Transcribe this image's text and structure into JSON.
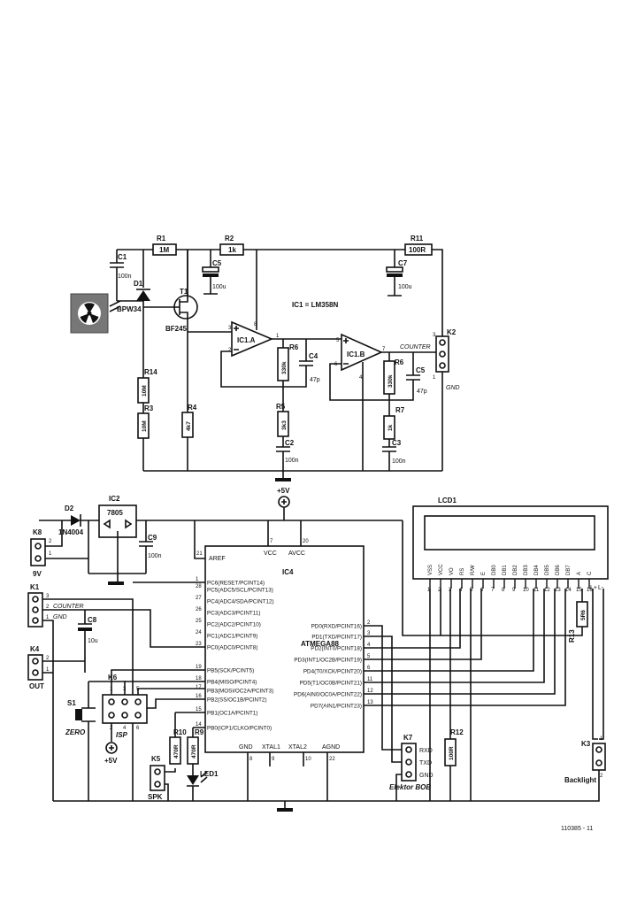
{
  "title": "Schematic",
  "labels": {
    "r1": "R1",
    "r1v": "1M",
    "r2": "R2",
    "r2v": "1k",
    "r11": "R11",
    "r11v": "100R",
    "c1": "C1",
    "c1v": "100n",
    "c5": "C5",
    "c5v": "100u",
    "c7": "C7",
    "c7v": "100u",
    "d1": "D1",
    "d1v": "BPW34",
    "t1": "T1",
    "t1v": "BF245",
    "ic1": "IC1 = LM358N",
    "ic1a": "IC1.A",
    "ic1b": "IC1.B",
    "r6a": "R6",
    "r6av": "330k",
    "c4": "C4",
    "c4v": "47p",
    "r6b": "R6",
    "r6bv": "330k",
    "c5b": "C5",
    "c5bv": "47p",
    "r14": "R14",
    "r14v": "10M",
    "r3": "R3",
    "r3v": "10M",
    "r4": "R4",
    "r4v": "4k7",
    "r5": "R5",
    "r5v": "3k3",
    "c2": "C2",
    "c2v": "100n",
    "r7": "R7",
    "r7v": "1k",
    "c3": "C3",
    "c3v": "100n",
    "k2": "K2",
    "counter": "COUNTER",
    "gnd": "GND",
    "plus5v": "+5V",
    "ic2": "IC2",
    "ic2v": "7805",
    "d2": "D2",
    "d2v": "1N4004",
    "k8": "K8",
    "k8v": "9V",
    "c9": "C9",
    "c9v": "100n",
    "k1": "K1",
    "c8": "C8",
    "c8v": "10u",
    "k4": "K4",
    "out": "OUT",
    "k6": "K6",
    "isp": "ISP",
    "s1": "S1",
    "zero": "ZERO",
    "k5": "K5",
    "spk": "SPK",
    "r10": "R10",
    "r10v": "470R",
    "r9": "R9",
    "r9v": "470R",
    "led1": "LED1",
    "ic4": "IC4",
    "atmega": "ATMEGA88",
    "aref": "AREF",
    "vcc": "VCC",
    "avcc": "AVCC",
    "gndp": "GND",
    "xtal1": "XTAL1",
    "xtal2": "XTAL2",
    "agnd": "AGND",
    "k7": "K7",
    "rxd": "RXD",
    "txd": "TXD",
    "bob": "Elektor BOB",
    "r12": "R12",
    "r12v": "100R",
    "r13": "R13",
    "r13v": "5R6",
    "lcd1": "LCD1",
    "k3": "K3",
    "backlight": "Backlight",
    "fig": "110385 - 11"
  },
  "ic4_left_pins": [
    {
      "num": "1",
      "name": "PC6(RESET/PCINT14)"
    },
    {
      "num": "28",
      "name": "PC5(ADC5/SCL/PCINT13)"
    },
    {
      "num": "27",
      "name": "PC4(ADC4/SDA/PCINT12)"
    },
    {
      "num": "26",
      "name": "PC3(ADC3/PCINT11)"
    },
    {
      "num": "25",
      "name": "PC2(ADC2/PCINT10)"
    },
    {
      "num": "24",
      "name": "PC1(ADC1/PCINT9)"
    },
    {
      "num": "23",
      "name": "PC0(ADC0/PCINT8)"
    },
    {
      "num": "19",
      "name": "PB5(SCK/PCINT5)"
    },
    {
      "num": "18",
      "name": "PB4(MISO/PCINT4)"
    },
    {
      "num": "17",
      "name": "PB3(MOSI/OC2A/PCINT3)"
    },
    {
      "num": "16",
      "name": "PB2(SS/OC1B/PCINT2)"
    },
    {
      "num": "15",
      "name": "PB1(OC1A/PCINT1)"
    },
    {
      "num": "14",
      "name": "PB0(ICP1/CLKO/PCINT0)"
    }
  ],
  "ic4_right_pins": [
    {
      "num": "2",
      "name": "PD0(RXD/PCINT16)"
    },
    {
      "num": "3",
      "name": "PD1(TXD/PCINT17)"
    },
    {
      "num": "4",
      "name": "PD2(INT0/PCINT18)"
    },
    {
      "num": "5",
      "name": "PD3(INT1/OC2B/PCINT19)"
    },
    {
      "num": "6",
      "name": "PD4(T0/XCK/PCINT20)"
    },
    {
      "num": "11",
      "name": "PD5(T1/OC0B/PCINT21)"
    },
    {
      "num": "12",
      "name": "PD6(AIN0/OC0A/PCINT22)"
    },
    {
      "num": "13",
      "name": "PD7(AIN1/PCINT23)"
    }
  ],
  "lcd_pins": [
    {
      "num": "1",
      "name": "VSS"
    },
    {
      "num": "2",
      "name": "VCC"
    },
    {
      "num": "3",
      "name": "VO"
    },
    {
      "num": "4",
      "name": "RS"
    },
    {
      "num": "5",
      "name": "R/W"
    },
    {
      "num": "6",
      "name": "E"
    },
    {
      "num": "7",
      "name": "DB0"
    },
    {
      "num": "8",
      "name": "DB1"
    },
    {
      "num": "9",
      "name": "DB2"
    },
    {
      "num": "10",
      "name": "DB3"
    },
    {
      "num": "11",
      "name": "DB4"
    },
    {
      "num": "12",
      "name": "DB5"
    },
    {
      "num": "13",
      "name": "DB6"
    },
    {
      "num": "14",
      "name": "DB7"
    },
    {
      "num": "15",
      "name": "A"
    },
    {
      "num": "16",
      "name": "C"
    }
  ],
  "lcd_extra": {
    "lp": "L+",
    "lm": "L-"
  },
  "pin_numbers": {
    "ic4_vcc": "7",
    "ic4_avcc": "20",
    "ic4_aref": "21",
    "ic4_gnd": "8",
    "ic4_x1": "9",
    "ic4_x2": "10",
    "ic4_agnd": "22",
    "ic1a_p": "3",
    "ic1a_n": "2",
    "ic1a_o": "1",
    "ic1_v": "8",
    "ic1b_p": "5",
    "ic1b_n": "6",
    "ic1b_o": "7",
    "ic1_g": "4",
    "k2_3": "3",
    "k2_1": "1",
    "k8_2": "2",
    "k8_1": "1",
    "k1_3": "3",
    "k1_2": "2",
    "k1_1": "1",
    "k4_2": "2",
    "k4_1": "1",
    "k6_1": "1",
    "k6_3": "3",
    "k6_5": "5",
    "k6_2": "2",
    "k6_4": "4",
    "k6_6": "6",
    "k3_1": "1",
    "k3_2": "2"
  }
}
